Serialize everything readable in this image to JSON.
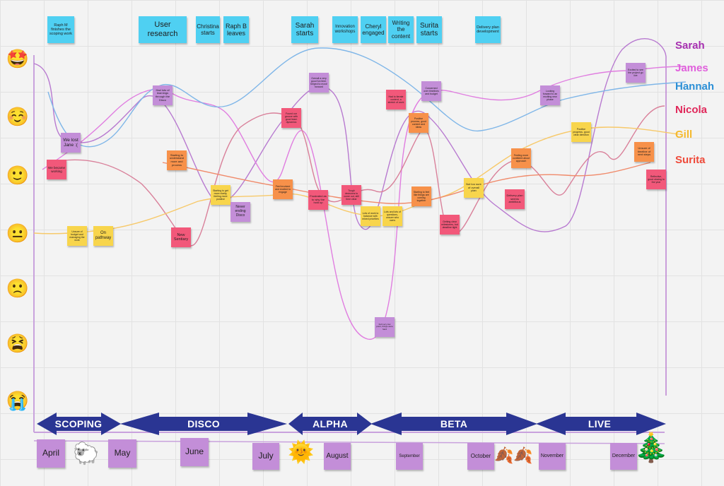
{
  "legend": [
    {
      "name": "Sarah",
      "color": "#a62fb0"
    },
    {
      "name": "James",
      "color": "#e05fdc"
    },
    {
      "name": "Hannah",
      "color": "#2b8fd6"
    },
    {
      "name": "Nicola",
      "color": "#e0275a"
    },
    {
      "name": "Gill",
      "color": "#f5b92c"
    },
    {
      "name": "Surita",
      "color": "#ef4a3a"
    }
  ],
  "emotion_scale": [
    "🤩",
    "☺️",
    "🙂",
    "😐",
    "🙁",
    "😫",
    "😭"
  ],
  "milestones": [
    "Raph M finishes the scoping work",
    "User research",
    "Christina starts",
    "Raph B leaves",
    "Sarah starts",
    "Innovation workshops",
    "Cheryl engaged",
    "Writing the content",
    "Surita starts",
    "Delivery plan development"
  ],
  "notes": [
    "We lost Jane :(",
    "We became working",
    "Had lots of learnings through the Disco",
    "Starting to understand more and process",
    "New Sentiary",
    "Starting to get more clarity, feeling more positive",
    "Never ending Disco",
    "Found our groove with good team dynamics",
    "Feel involved and excited to engage",
    "Overall a very good fun time, helped to move forward",
    "Frustrated as to why the hold up",
    "Tough decisions to come out, still time clear",
    "Lots of work to balance with mixed priorities",
    "Lots and lots of questions, unsure who owns",
    "Had to iterate content, a stretch of work",
    "Positive process, good content and ideas",
    "Concerned over timelines and budget",
    "Starting to feel like things are coming together",
    "Getting clear milestones, but deadline tight",
    "Not too sure of overall plan",
    "Feeling more confident about approach",
    "Delivery plan seems ambitious",
    "Looking forward to an exciting new phase",
    "Positive progress, good clear direction",
    "Excited to see the project go live",
    "Unsure of timeline of next steps",
    "Reflective, good closing to the year",
    "Felt very low point, things were hard",
    "Unsure of budget and managing the work",
    "On pathway"
  ],
  "phases": [
    "SCOPING",
    "DISCO",
    "ALPHA",
    "BETA",
    "LIVE"
  ],
  "months": [
    "April",
    "May",
    "June",
    "July",
    "August",
    "September",
    "October",
    "November",
    "December"
  ]
}
